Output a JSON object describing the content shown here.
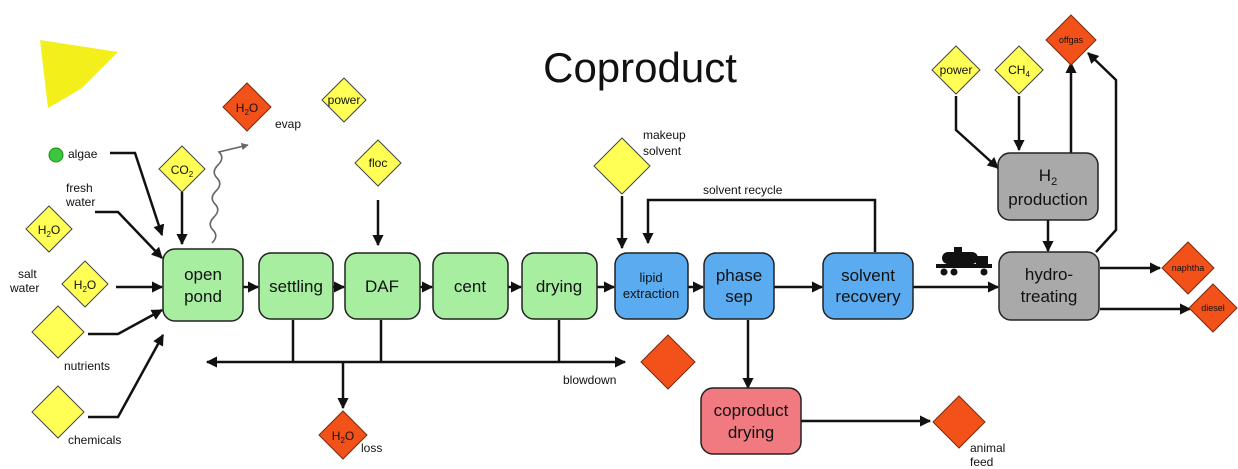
{
  "title": "Coproduct",
  "colors": {
    "cultivation": "#a8eea0",
    "extraction": "#5aabf0",
    "upgrading": "#a9a9a9",
    "coproduct": "#f07a80",
    "input_diamond": "#ffff55",
    "output_diamond": "#f2521a",
    "sun": "#f2ef1a",
    "algae": "#3cc63c"
  },
  "icons": [
    "sun-icon",
    "algae-dot-icon",
    "wavy-evaporation-arrow-icon",
    "tanker-truck-icon"
  ],
  "process_boxes": {
    "open_pond": [
      "open",
      "pond"
    ],
    "settling": [
      "settling"
    ],
    "daf": [
      "DAF"
    ],
    "cent": [
      "cent"
    ],
    "drying": [
      "drying"
    ],
    "lipid_extraction": [
      "lipid",
      "extraction"
    ],
    "phase_sep": [
      "phase",
      "sep"
    ],
    "solvent_recovery": [
      "solvent",
      "recovery"
    ],
    "h2_production": [
      "H",
      "2",
      "production"
    ],
    "hydrotreating": [
      "hydro-",
      "treating"
    ],
    "coproduct_drying": [
      "coproduct",
      "drying"
    ]
  },
  "inputs": {
    "co2": [
      "CO",
      "2"
    ],
    "power_left": "power",
    "floc": "floc",
    "fresh_water": [
      "H",
      "2",
      "O"
    ],
    "salt_water": [
      "H",
      "2",
      "O"
    ],
    "makeup_solvent": "",
    "power_right": "power",
    "ch4": [
      "CH",
      "4"
    ]
  },
  "outputs": {
    "evap": [
      "H",
      "2",
      "O"
    ],
    "loss": [
      "H",
      "2",
      "O"
    ],
    "offgas": "offgas",
    "naphtha": "naphtha",
    "diesel": "diesel",
    "blowdown": "",
    "animal_feed": ""
  },
  "labels": {
    "algae": "algae",
    "fresh_water": [
      "fresh",
      "water"
    ],
    "salt_water": [
      "salt",
      "water"
    ],
    "nutrients": "nutrients",
    "chemicals": "chemicals",
    "evap": "evap",
    "makeup_solvent": [
      "makeup",
      "solvent"
    ],
    "solvent_recycle": "solvent recycle",
    "blowdown": "blowdown",
    "loss": "loss",
    "animal_feed": [
      "animal",
      "feed"
    ]
  }
}
